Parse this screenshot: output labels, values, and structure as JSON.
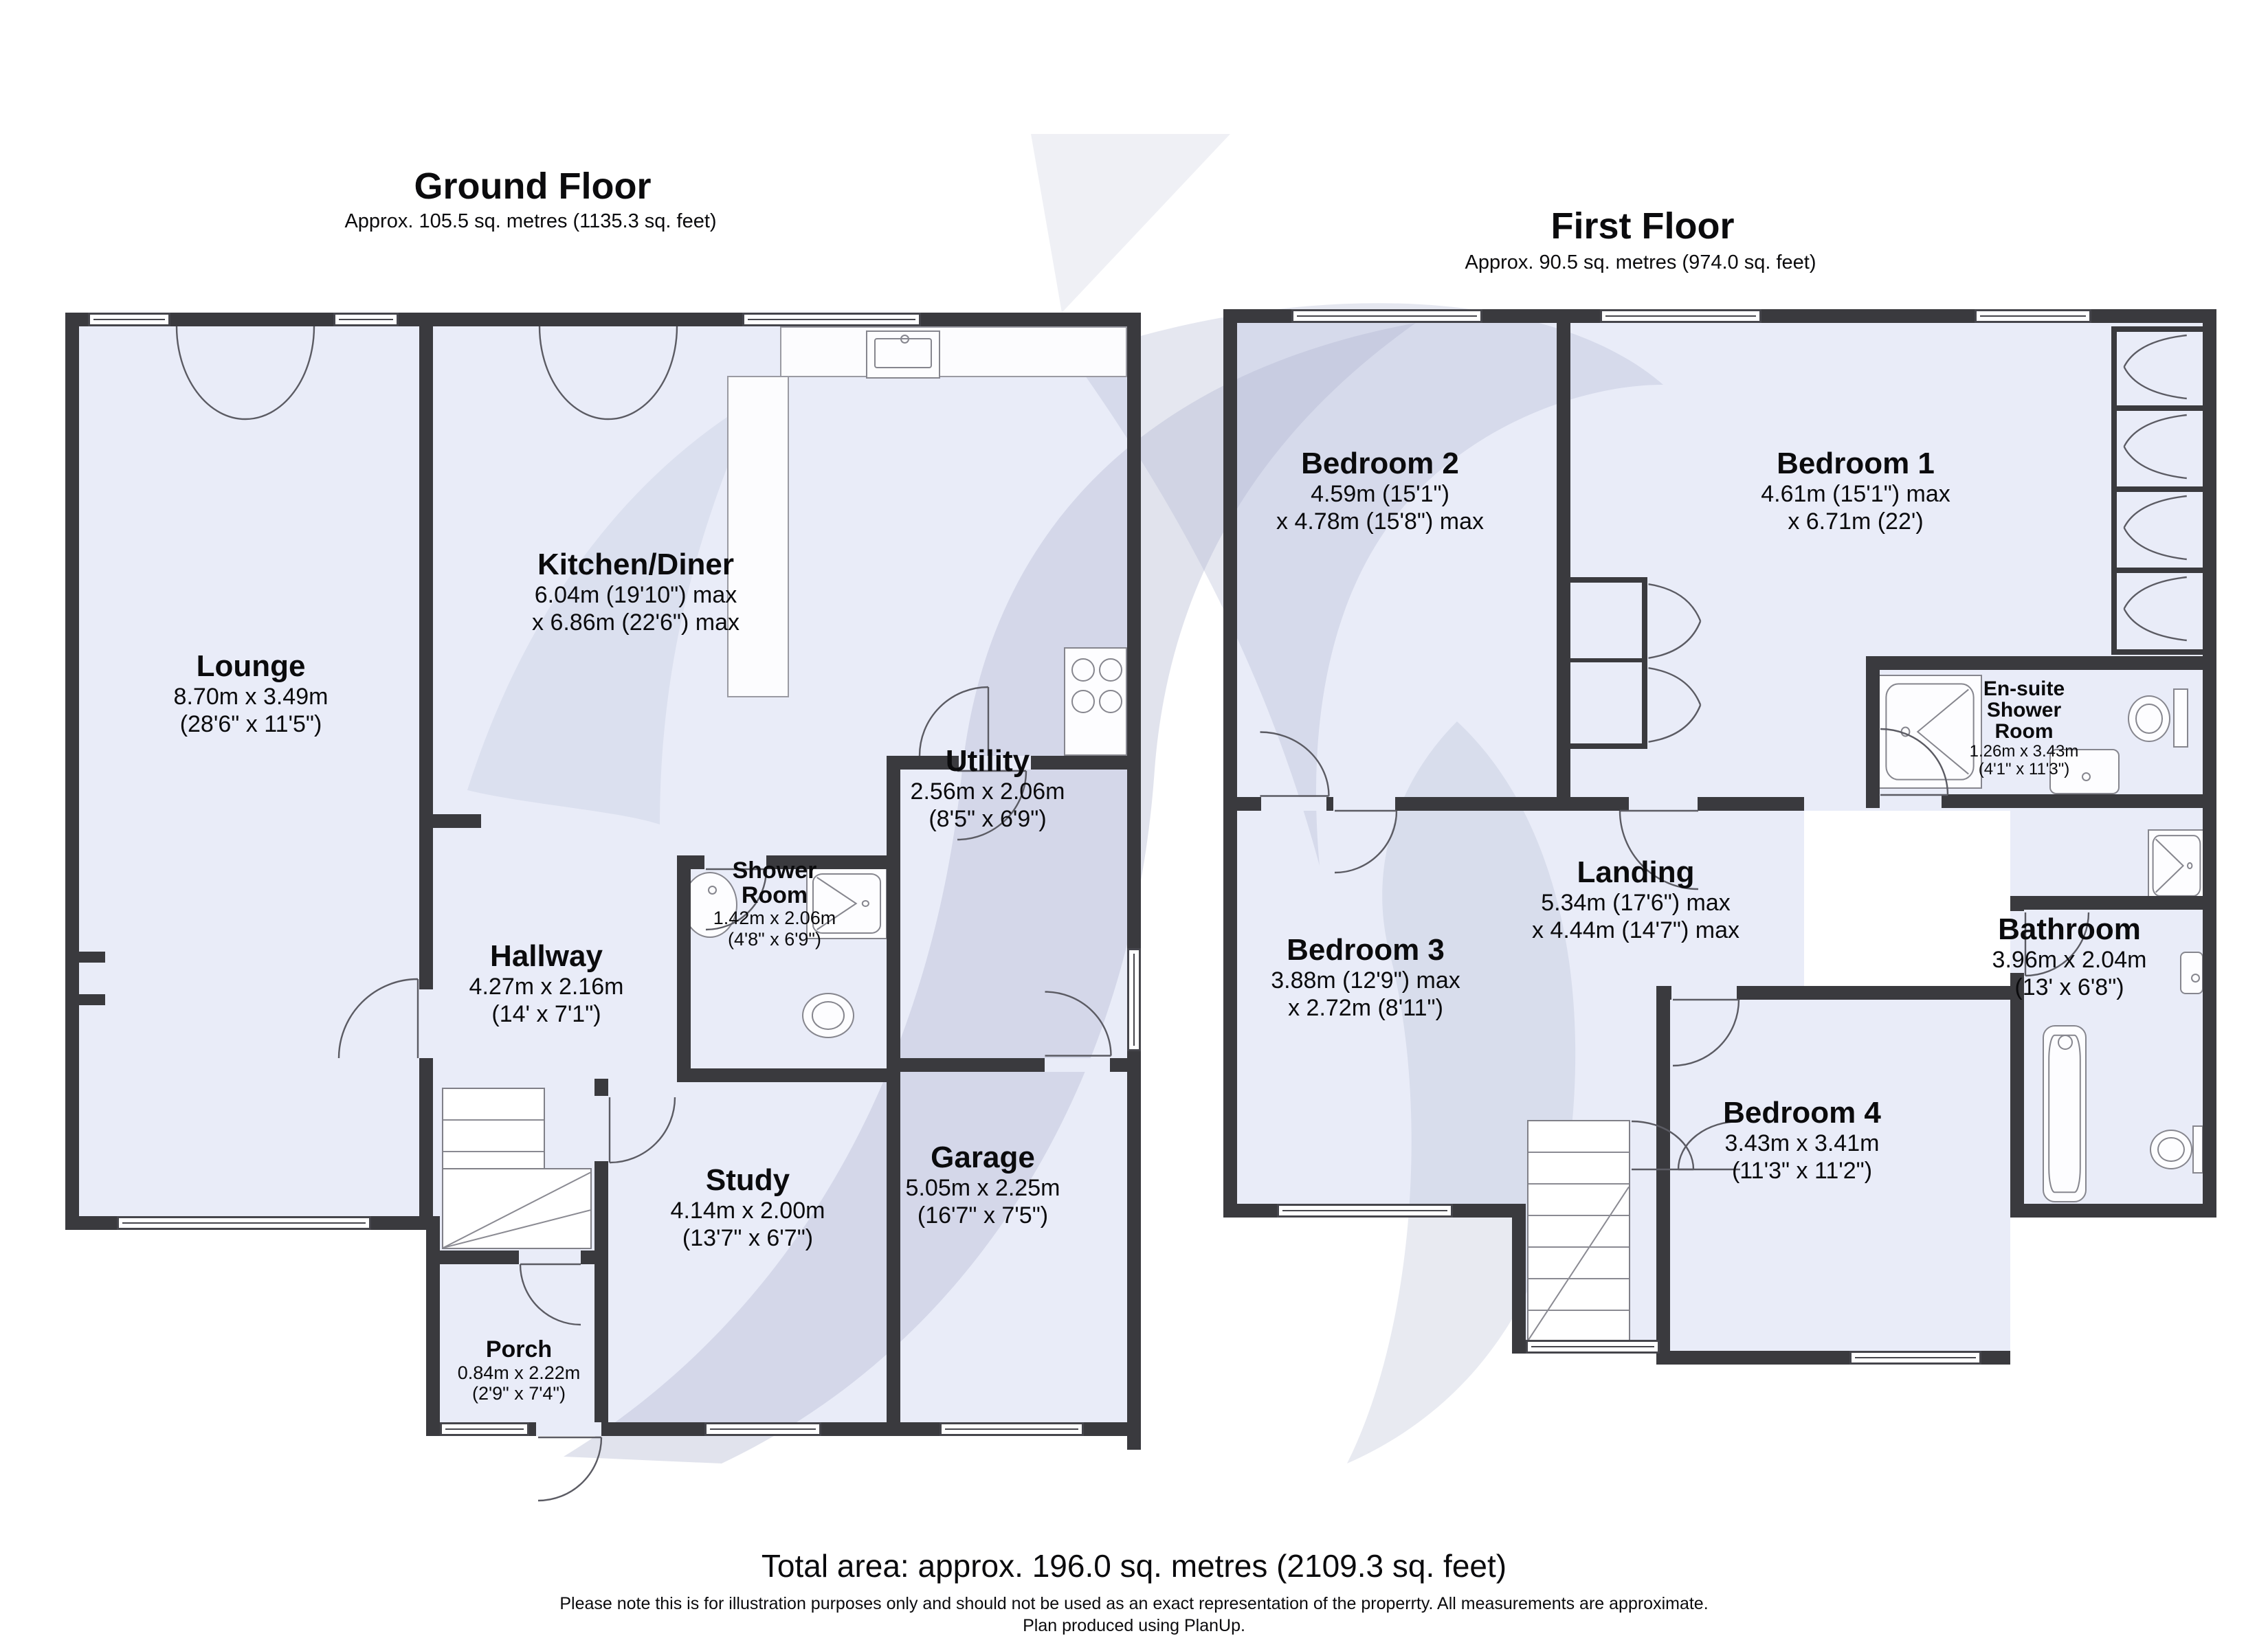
{
  "ground_floor": {
    "title": "Ground Floor",
    "area": "Approx. 105.5 sq. metres (1135.3 sq. feet)",
    "rooms": {
      "lounge": {
        "name": "Lounge",
        "d1": "8.70m x 3.49m",
        "d2": "(28'6\" x 11'5\")"
      },
      "kitchen": {
        "name": "Kitchen/Diner",
        "d1": "6.04m (19'10\") max",
        "d2": "x 6.86m (22'6\") max"
      },
      "utility": {
        "name": "Utility",
        "d1": "2.56m x 2.06m",
        "d2": "(8'5\" x 6'9\")"
      },
      "shower": {
        "name1": "Shower",
        "name2": "Room",
        "d1": "1.42m x 2.06m",
        "d2": "(4'8\" x 6'9\")"
      },
      "hallway": {
        "name": "Hallway",
        "d1": "4.27m x 2.16m",
        "d2": "(14' x 7'1\")"
      },
      "study": {
        "name": "Study",
        "d1": "4.14m x 2.00m",
        "d2": "(13'7\" x 6'7\")"
      },
      "garage": {
        "name": "Garage",
        "d1": "5.05m x 2.25m",
        "d2": "(16'7\" x 7'5\")"
      },
      "porch": {
        "name": "Porch",
        "d1": "0.84m x 2.22m",
        "d2": "(2'9\" x 7'4\")"
      }
    }
  },
  "first_floor": {
    "title": "First Floor",
    "area": "Approx. 90.5 sq. metres (974.0 sq. feet)",
    "rooms": {
      "bedroom2": {
        "name": "Bedroom 2",
        "d1": "4.59m (15'1\")",
        "d2": "x 4.78m (15'8\") max"
      },
      "bedroom1": {
        "name": "Bedroom 1",
        "d1": "4.61m (15'1\") max",
        "d2": "x 6.71m (22')"
      },
      "ensuite": {
        "name1": "En-suite",
        "name2": "Shower",
        "name3": "Room",
        "d1": "1.26m x 3.43m",
        "d2": "(4'1\" x 11'3\")"
      },
      "landing": {
        "name": "Landing",
        "d1": "5.34m (17'6\") max",
        "d2": "x 4.44m (14'7\") max"
      },
      "bedroom3": {
        "name": "Bedroom 3",
        "d1": "3.88m (12'9\") max",
        "d2": "x 2.72m (8'11\")"
      },
      "bathroom": {
        "name": "Bathroom",
        "d1": "3.96m x 2.04m",
        "d2": "(13' x 6'8\")"
      },
      "bedroom4": {
        "name": "Bedroom 4",
        "d1": "3.43m x 3.41m",
        "d2": "(11'3\" x 11'2\")"
      }
    }
  },
  "footer": {
    "total_area": "Total area: approx. 196.0 sq. metres (2109.3 sq. feet)",
    "disclaimer": "Please note this is for illustration purposes only and should not be used as an exact representation of the properrty. All measurements are approximate.",
    "credit": "Plan produced using PlanUp."
  },
  "colors": {
    "wall": "#3a3a3e",
    "room_fill": "#e9ecf8",
    "watermark": "#b4bad2",
    "window": "#ffffff"
  }
}
